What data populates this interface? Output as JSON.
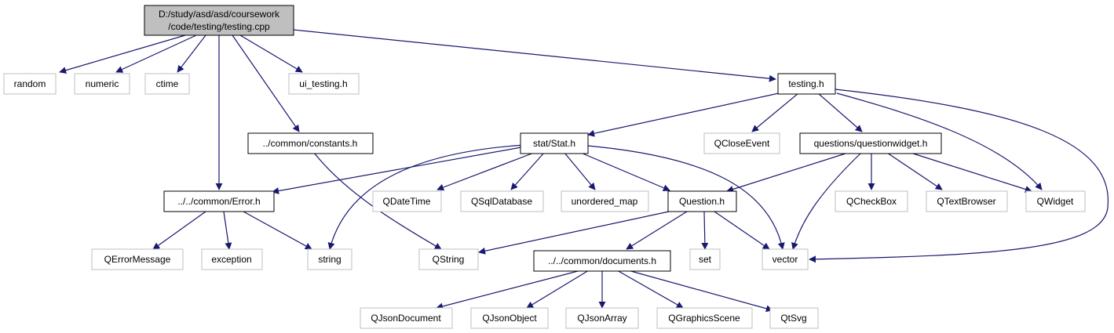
{
  "graph": {
    "root": {
      "line1": "D:/study/asd/asd/coursework",
      "line2": "/code/testing/testing.cpp"
    },
    "nodes": {
      "random": "random",
      "numeric": "numeric",
      "ctime": "ctime",
      "ui_testing": "ui_testing.h",
      "testing_h": "testing.h",
      "constants_h": "../common/constants.h",
      "stat_h": "stat/Stat.h",
      "qcloseevent": "QCloseEvent",
      "questionwidget_h": "questions/questionwidget.h",
      "error_h": "../../common/Error.h",
      "qdatetime": "QDateTime",
      "qsqldatabase": "QSqlDatabase",
      "unordered_map": "unordered_map",
      "question_h": "Question.h",
      "qcheckbox": "QCheckBox",
      "qtextbrowser": "QTextBrowser",
      "qwidget": "QWidget",
      "qerrormessage": "QErrorMessage",
      "exception": "exception",
      "string": "string",
      "qstring": "QString",
      "documents_h": "../../common/documents.h",
      "set": "set",
      "vector": "vector",
      "qjsondocument": "QJsonDocument",
      "qjsonobject": "QJsonObject",
      "qjsonarray": "QJsonArray",
      "qgraphicsscene": "QGraphicsScene",
      "qtsvg": "QtSvg"
    },
    "colors": {
      "edge": "#191970",
      "root_fill": "#bfbfbf",
      "internal_border": "#000000",
      "external_border": "#bfbfbf"
    }
  }
}
